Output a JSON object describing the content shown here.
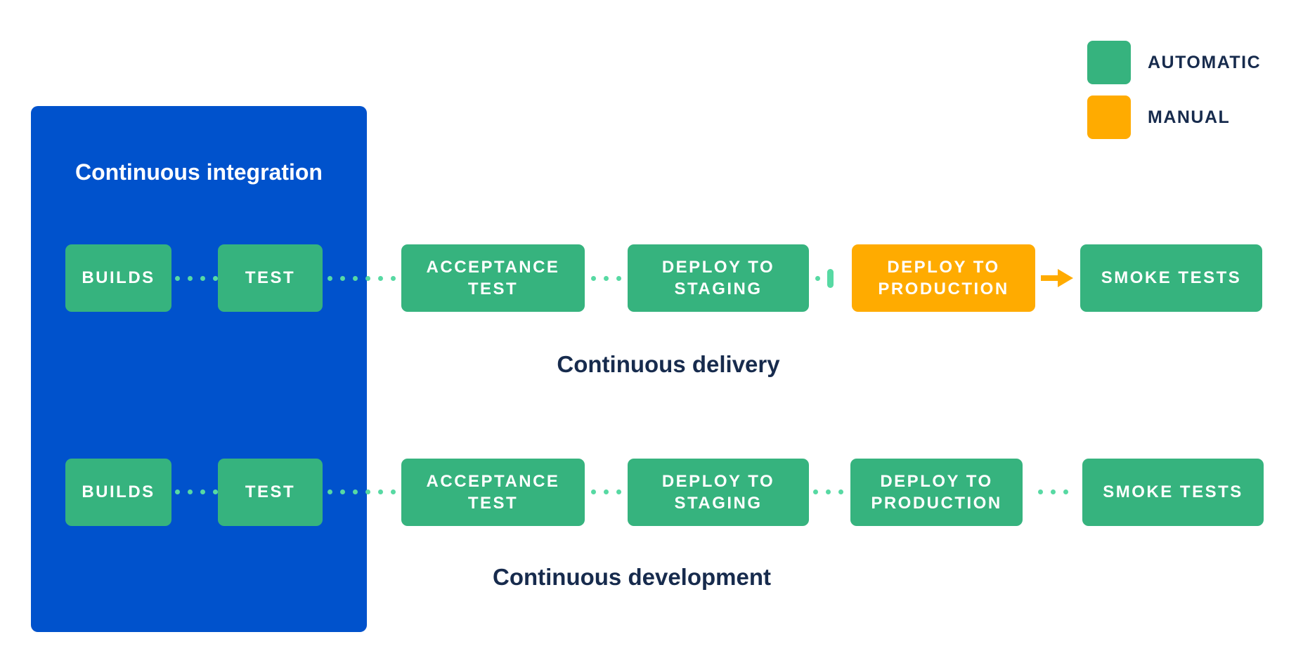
{
  "title": "CI/CD pipeline diagram",
  "colors": {
    "automatic_green": "#36B37E",
    "manual_orange": "#FFAB00",
    "panel_blue": "#0052CC",
    "text_navy": "#172B4D",
    "connector_dot_green": "#57D9A3",
    "stage_text_white": "#FFFFFF"
  },
  "legend": {
    "items": [
      {
        "id": "automatic",
        "label": "AUTOMATIC",
        "color": "#36B37E"
      },
      {
        "id": "manual",
        "label": "MANUAL",
        "color": "#FFAB00"
      }
    ]
  },
  "ci_panel": {
    "title": "Continuous integration"
  },
  "pipelines": [
    {
      "label": "Continuous delivery",
      "stages": [
        {
          "label": "BUILDS",
          "mode": "automatic"
        },
        {
          "label": "TEST",
          "mode": "automatic"
        },
        {
          "label": "ACCEPTANCE TEST",
          "mode": "automatic"
        },
        {
          "label": "DEPLOY TO STAGING",
          "mode": "automatic"
        },
        {
          "label": "DEPLOY TO PRODUCTION",
          "mode": "manual"
        },
        {
          "label": "SMOKE TESTS",
          "mode": "automatic"
        }
      ],
      "connectors": [
        "dots",
        "dots",
        "dots",
        "manual-gate",
        "manual-arrow"
      ]
    },
    {
      "label": "Continuous development",
      "stages": [
        {
          "label": "BUILDS",
          "mode": "automatic"
        },
        {
          "label": "TEST",
          "mode": "automatic"
        },
        {
          "label": "ACCEPTANCE TEST",
          "mode": "automatic"
        },
        {
          "label": "DEPLOY TO STAGING",
          "mode": "automatic"
        },
        {
          "label": "DEPLOY TO PRODUCTION",
          "mode": "automatic"
        },
        {
          "label": "SMOKE TESTS",
          "mode": "automatic"
        }
      ],
      "connectors": [
        "dots",
        "dots",
        "dots",
        "dots",
        "dots"
      ]
    }
  ]
}
